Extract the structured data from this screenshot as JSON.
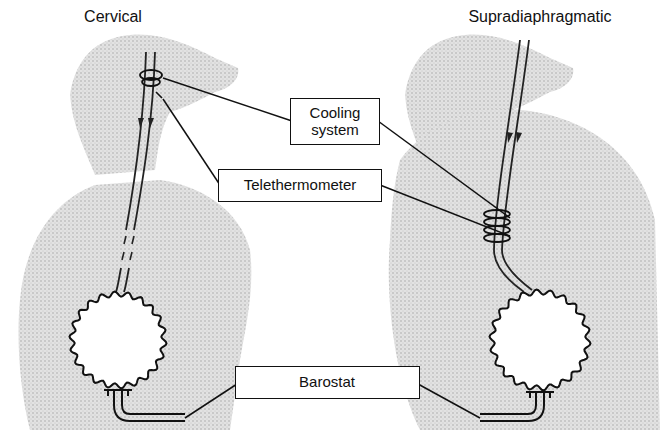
{
  "diagram": {
    "nodes": [
      {
        "text": [
          "Cooling system"
        ]
      },
      {
        "text": [
          "Telethermometer"
        ]
      },
      {
        "text": [
          "Barostat"
        ]
      }
    ],
    "labels": [
      "Cervical",
      "Supradiaphragmatic"
    ]
  }
}
